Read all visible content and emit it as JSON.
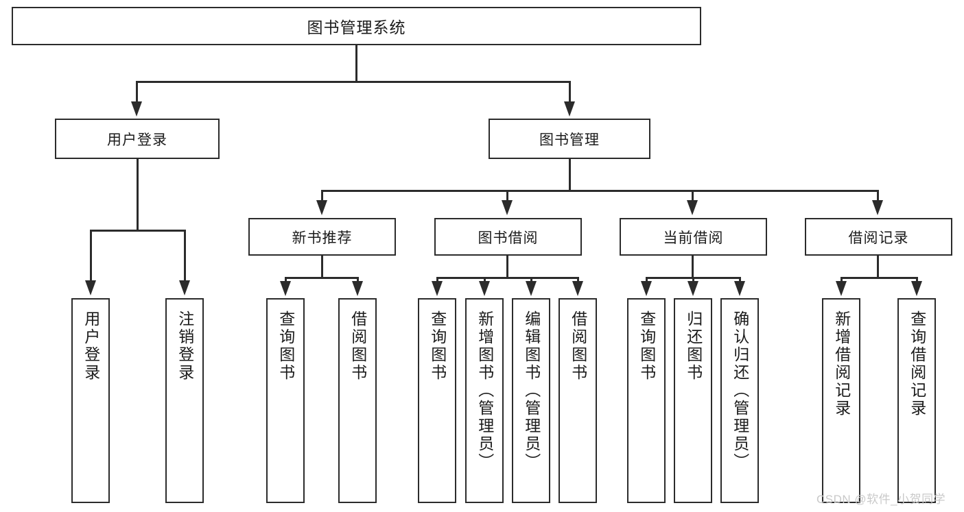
{
  "diagram": {
    "title": "图书管理系统",
    "watermark": "CSDN @软件_小贺同学",
    "colors": {
      "line": "#2b2b2b",
      "box_fill": "#ffffff",
      "text": "#1b1b1b",
      "watermark": "#c9c9c9",
      "background": "#ffffff"
    },
    "root": {
      "label": "图书管理系统"
    },
    "level2": [
      {
        "label": "用户登录"
      },
      {
        "label": "图书管理"
      }
    ],
    "level3": [
      {
        "label": "新书推荐"
      },
      {
        "label": "图书借阅"
      },
      {
        "label": "当前借阅"
      },
      {
        "label": "借阅记录"
      }
    ],
    "leaves": [
      {
        "label": "用户登录",
        "parent": "用户登录"
      },
      {
        "label": "注销登录",
        "parent": "用户登录"
      },
      {
        "label": "查询图书",
        "parent": "新书推荐"
      },
      {
        "label": "借阅图书",
        "parent": "新书推荐"
      },
      {
        "label": "查询图书",
        "parent": "图书借阅"
      },
      {
        "label": "新增图书（管理员）",
        "parent": "图书借阅"
      },
      {
        "label": "编辑图书（管理员）",
        "parent": "图书借阅"
      },
      {
        "label": "借阅图书",
        "parent": "图书借阅"
      },
      {
        "label": "查询图书",
        "parent": "当前借阅"
      },
      {
        "label": "归还图书",
        "parent": "当前借阅"
      },
      {
        "label": "确认归还（管理员）",
        "parent": "当前借阅"
      },
      {
        "label": "新增借阅记录",
        "parent": "借阅记录"
      },
      {
        "label": "查询借阅记录",
        "parent": "借阅记录"
      }
    ]
  }
}
